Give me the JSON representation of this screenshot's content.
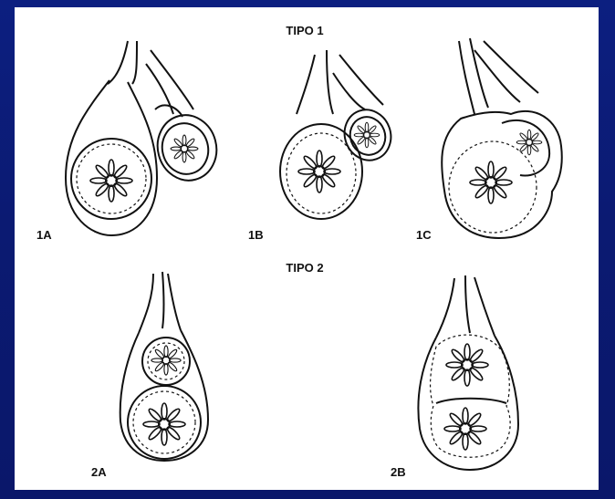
{
  "background_color": "#0b1a72",
  "panel_color": "#ffffff",
  "line_color": "#111111",
  "headings": {
    "tipo1": "TIPO 1",
    "tipo2": "TIPO 2"
  },
  "figures": {
    "f1a": "1A",
    "f1b": "1B",
    "f1c": "1C",
    "f2a": "2A",
    "f2b": "2B"
  }
}
